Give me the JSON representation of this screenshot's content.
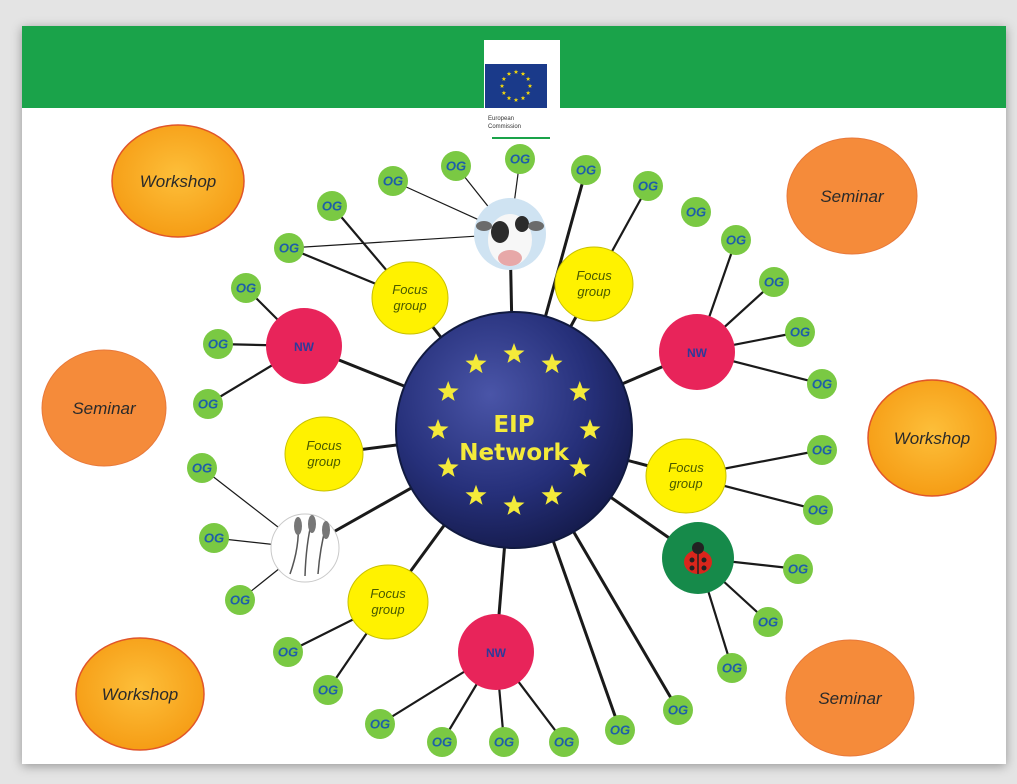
{
  "header": {
    "logo_text_line1": "European",
    "logo_text_line2": "Commission",
    "colors": {
      "band": "#1aa34a",
      "flag": "#1a3a8a",
      "star": "#f5d90a"
    }
  },
  "hub": {
    "line1": "EIP",
    "line2": "Network"
  },
  "node_labels": {
    "og": "OG",
    "nw": "NW",
    "focus_line1": "Focus",
    "focus_line2": "group",
    "workshop": "Workshop",
    "seminar": "Seminar"
  },
  "icons": [
    "cow-icon",
    "wheat-icon",
    "ladybug-icon",
    "eu-stars-icon"
  ],
  "colors": {
    "og_fill": "#7ac943",
    "nw_fill": "#e8245a",
    "focus_fill": "#fff200",
    "workshop_fill": "#fcb415",
    "seminar_fill": "#f7941d",
    "hub_fill": "#26307a"
  }
}
